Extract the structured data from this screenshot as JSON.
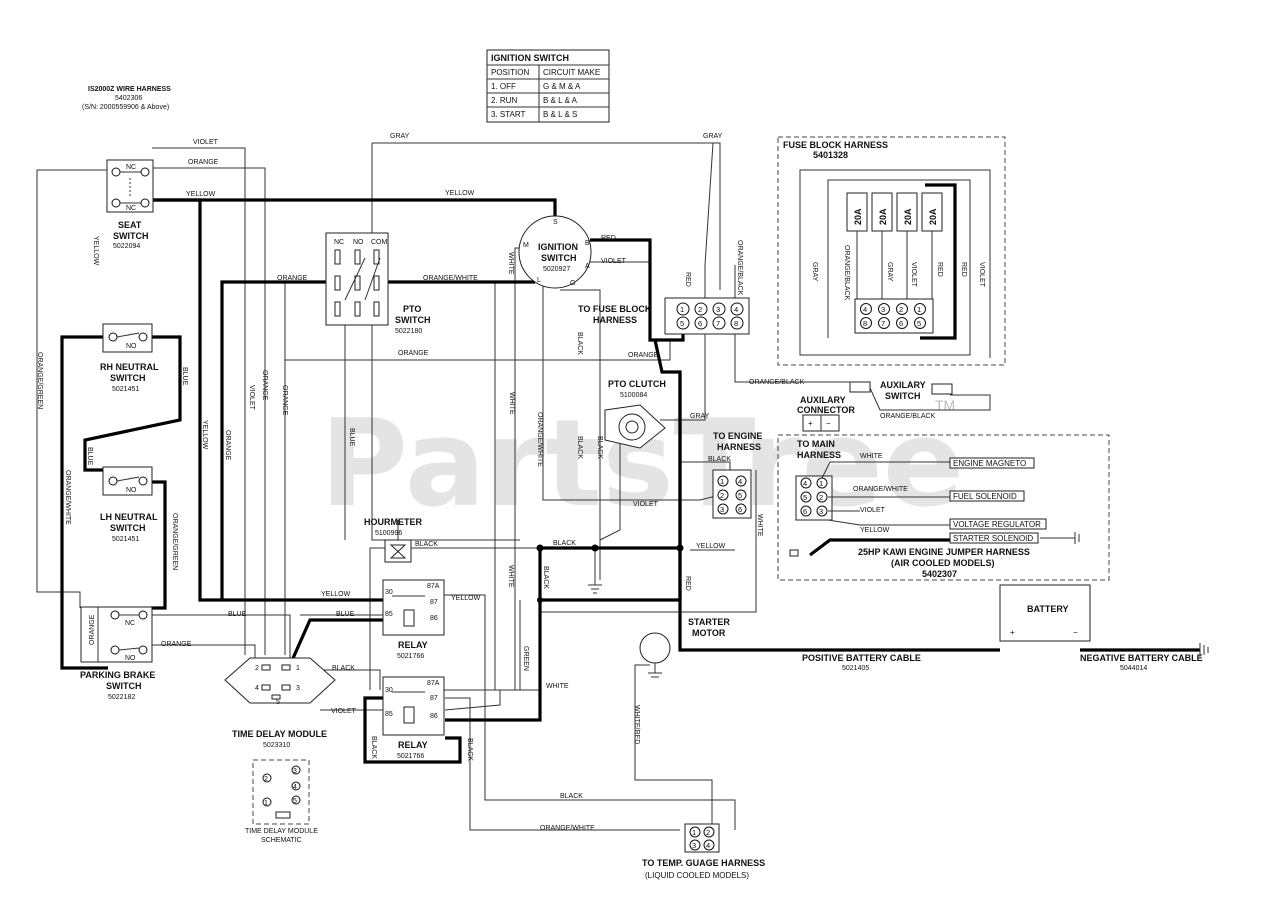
{
  "ignition_table": {
    "title": "IGNITION SWITCH",
    "col_position": "POSITION",
    "col_circuit": "CIRCUIT MAKE",
    "rows": [
      {
        "position": "1. OFF",
        "circuit": "G & M & A"
      },
      {
        "position": "2. RUN",
        "circuit": "B & L & A"
      },
      {
        "position": "3. START",
        "circuit": "B & L & S"
      }
    ]
  },
  "harness": {
    "title": "IS2000Z WIRE HARNESS",
    "part": "5402306",
    "serial": "(S/N: 2000559906 & Above)"
  },
  "components": {
    "seat_switch": {
      "name1": "SEAT",
      "name2": "SWITCH",
      "part": "5022094",
      "nc1": "NC",
      "nc2": "NC"
    },
    "rh_neutral": {
      "name1": "RH NEUTRAL",
      "name2": "SWITCH",
      "part": "5021451",
      "no": "NO"
    },
    "lh_neutral": {
      "name1": "LH NEUTRAL",
      "name2": "SWITCH",
      "part": "5021451",
      "no": "NO"
    },
    "parking_brake": {
      "name1": "PARKING BRAKE",
      "name2": "SWITCH",
      "part": "5022182",
      "no": "NO",
      "nc": "NC",
      "side": "ORANGE"
    },
    "pto_switch": {
      "name1": "PTO",
      "name2": "SWITCH",
      "part": "5022180",
      "nc": "NC",
      "no": "NO",
      "com": "COM"
    },
    "ignition_switch": {
      "name1": "IGNITION",
      "name2": "SWITCH",
      "part": "5020927",
      "s": "S",
      "m": "M",
      "b": "B",
      "a": "A",
      "l": "L",
      "g": "G"
    },
    "fuse_block_conn": {
      "name1": "TO FUSE BLOCK",
      "name2": "HARNESS"
    },
    "pto_clutch": {
      "name": "PTO CLUTCH",
      "part": "5100084"
    },
    "hourmeter": {
      "name": "HOURMETER",
      "part": "5100996"
    },
    "relay1": {
      "name": "RELAY",
      "part": "5021766",
      "p30": "30",
      "p87a": "87A",
      "p87": "87",
      "p85": "85",
      "p86": "86"
    },
    "relay2": {
      "name": "RELAY",
      "part": "5021766",
      "p30": "30",
      "p87a": "87A",
      "p87": "87",
      "p85": "85",
      "p86": "86"
    },
    "time_delay": {
      "name": "TIME DELAY MODULE",
      "part": "5023310",
      "p1": "1",
      "p2": "2",
      "p3": "3",
      "p4": "4",
      "p5": "5"
    },
    "td_schematic": {
      "line1": "TIME DELAY MODULE",
      "line2": "SCHEMATIC",
      "p1": "1",
      "p2": "2",
      "p3": "3",
      "p4": "4",
      "p5": "5"
    },
    "engine_conn": {
      "name1": "TO ENGINE",
      "name2": "HARNESS"
    },
    "starter_motor": {
      "name1": "STARTER",
      "name2": "MOTOR"
    },
    "aux_connector": {
      "name1": "AUXILARY",
      "name2": "CONNECTOR",
      "plus": "+",
      "minus": "−"
    },
    "aux_switch": {
      "name1": "AUXILARY",
      "name2": "SWITCH"
    },
    "temp_gauge": {
      "name1": "TO TEMP. GUAGE HARNESS",
      "name2": "(LIQUID COOLED MODELS)"
    },
    "battery": {
      "name": "BATTERY",
      "plus": "+",
      "minus": "−"
    },
    "pos_cable": {
      "name": "POSITIVE BATTERY CABLE",
      "part": "5021405"
    },
    "neg_cable": {
      "name": "NEGATIVE BATTERY CABLE",
      "part": "5044014"
    }
  },
  "fuse_block": {
    "title": "FUSE BLOCK HARNESS",
    "part": "5401328",
    "fuses": [
      "20A",
      "20A",
      "20A",
      "20A"
    ]
  },
  "jumper": {
    "main_conn1": "TO MAIN",
    "main_conn2": "HARNESS",
    "title": "25HP KAWI ENGINE JUMPER HARNESS",
    "subtitle": "(AIR COOLED MODELS)",
    "part": "5402307",
    "engine_magneto": "ENGINE MAGNETO",
    "fuel_solenoid": "FUEL SOLENOID",
    "voltage_regulator": "VOLTAGE REGULATOR",
    "starter_solenoid": "STARTER SOLENOID"
  },
  "pin_numbers": [
    "1",
    "2",
    "3",
    "4",
    "5",
    "6",
    "7",
    "8"
  ],
  "wires": {
    "violet": "VIOLET",
    "orange": "ORANGE",
    "yellow": "YELLOW",
    "gray": "GRAY",
    "red": "RED",
    "black": "BLACK",
    "blue": "BLUE",
    "white": "WHITE",
    "green": "GREEN",
    "orange_white": "ORANGE/WHITE",
    "orange_black": "ORANGE/BLACK",
    "orange_green": "ORANGE/GREEN",
    "white_red": "WHITE/RED"
  },
  "watermark": "PartsTree",
  "watermark_tm": "TM"
}
